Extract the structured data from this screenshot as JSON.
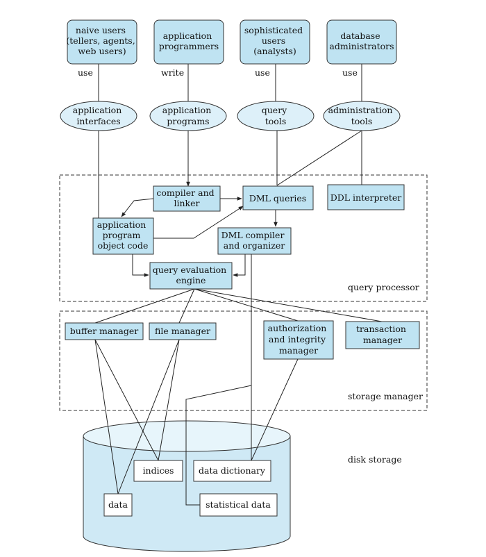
{
  "users": {
    "naive": [
      "naive users",
      "(tellers, agents,",
      "web users)"
    ],
    "programmers": [
      "application",
      "programmers"
    ],
    "sophisticated": [
      "sophisticated",
      "users",
      "(analysts)"
    ],
    "dba": [
      "database",
      "administrators"
    ]
  },
  "edge_labels": {
    "use1": "use",
    "write": "write",
    "use2": "use",
    "use3": "use"
  },
  "tools": {
    "app_interfaces": [
      "application",
      "interfaces"
    ],
    "app_programs": [
      "application",
      "programs"
    ],
    "query_tools": [
      "query",
      "tools"
    ],
    "admin_tools": [
      "administration",
      "tools"
    ]
  },
  "query_processor": {
    "label": "query processor",
    "compiler_linker": [
      "compiler and",
      "linker"
    ],
    "dml_queries": [
      "DML queries"
    ],
    "ddl_interpreter": [
      "DDL interpreter"
    ],
    "app_object_code": [
      "application",
      "program",
      "object code"
    ],
    "dml_compiler": [
      "DML compiler",
      "and organizer"
    ],
    "query_engine": [
      "query evaluation",
      "engine"
    ]
  },
  "storage_manager": {
    "label": "storage manager",
    "buffer_manager": [
      "buffer manager"
    ],
    "file_manager": [
      "file manager"
    ],
    "auth_integrity": [
      "authorization",
      "and integrity",
      "manager"
    ],
    "transaction_manager": [
      "transaction",
      "manager"
    ]
  },
  "disk_storage": {
    "label": "disk storage",
    "indices": [
      "indices"
    ],
    "data_dictionary": [
      "data dictionary"
    ],
    "data": [
      "data"
    ],
    "statistical_data": [
      "statistical data"
    ]
  }
}
